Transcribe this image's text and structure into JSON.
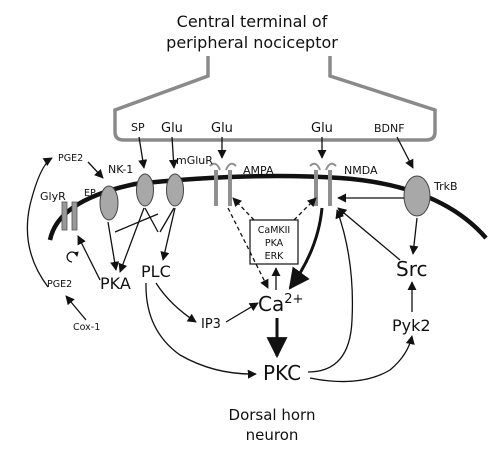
{
  "title_line1": "Central terminal of",
  "title_line2": "peripheral nociceptor",
  "transmitters": {
    "sp": "SP",
    "glu1": "Glu",
    "glu2": "Glu",
    "glu3": "Glu",
    "bdnf": "BDNF"
  },
  "receptors": {
    "glyr": "GlyR",
    "ep": "EP",
    "nk1": "NK-1",
    "mglur": "mGluR",
    "ampa": "AMPA",
    "nmda": "NMDA",
    "trkb": "TrkB"
  },
  "kinase_box": [
    "CaMKII",
    "PKA",
    "ERK"
  ],
  "nodes": {
    "pge2_top": "PGE2",
    "pge2_bottom": "PGE2",
    "cox1": "Cox-1",
    "pka": "PKA",
    "plc": "PLC",
    "ip3": "IP3",
    "ca_base": "Ca",
    "ca_sup": "2+",
    "pkc": "PKC",
    "src": "Src",
    "pyk2": "Pyk2"
  },
  "bottom_line1": "Dorsal horn",
  "bottom_line2": "neuron",
  "colors": {
    "receptor_fill": "#a8a8a8",
    "terminal_stroke": "#8a8a8a",
    "ink": "#111111"
  }
}
